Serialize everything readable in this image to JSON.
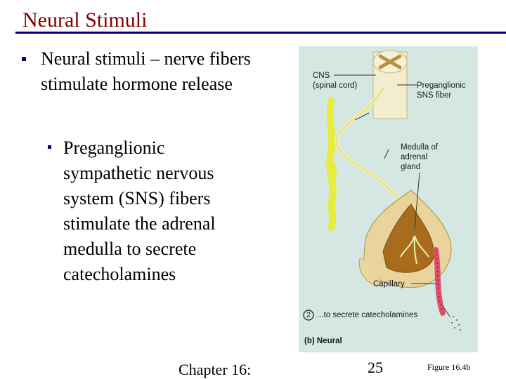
{
  "slide": {
    "title": "Neural Stimuli",
    "bullets": [
      {
        "text": "Neural stimuli – nerve fibers stimulate hormone release"
      },
      {
        "text": "Preganglionic sympathetic nervous system (SNS) fibers stimulate the adrenal medulla to secrete catecholamines"
      }
    ],
    "footer": {
      "chapter": "Chapter 16:",
      "page": "25",
      "figure_ref": "Figure 16.4b"
    }
  },
  "figure": {
    "labels": {
      "cns_line1": "CNS",
      "cns_line2": "(spinal cord)",
      "pregang_line1": "Preganglionic",
      "pregang_line2": "SNS fiber",
      "medulla_line1": "Medulla of",
      "medulla_line2": "adrenal",
      "medulla_line3": "gland",
      "capillary": "Capillary",
      "step_number": "2",
      "step_text": "...to secrete catecholamines",
      "panel_tag": "(b)",
      "panel_name": "Neural"
    },
    "colors": {
      "background": "#d4e7e3",
      "nerve": "#e8ec3a",
      "fiber": "#f1efb0",
      "gland_cortex": "#e9d49c",
      "gland_medulla": "#a86c1c",
      "capillary": "#e0506a",
      "title": "#800000",
      "accent_rule": "#000080"
    }
  }
}
